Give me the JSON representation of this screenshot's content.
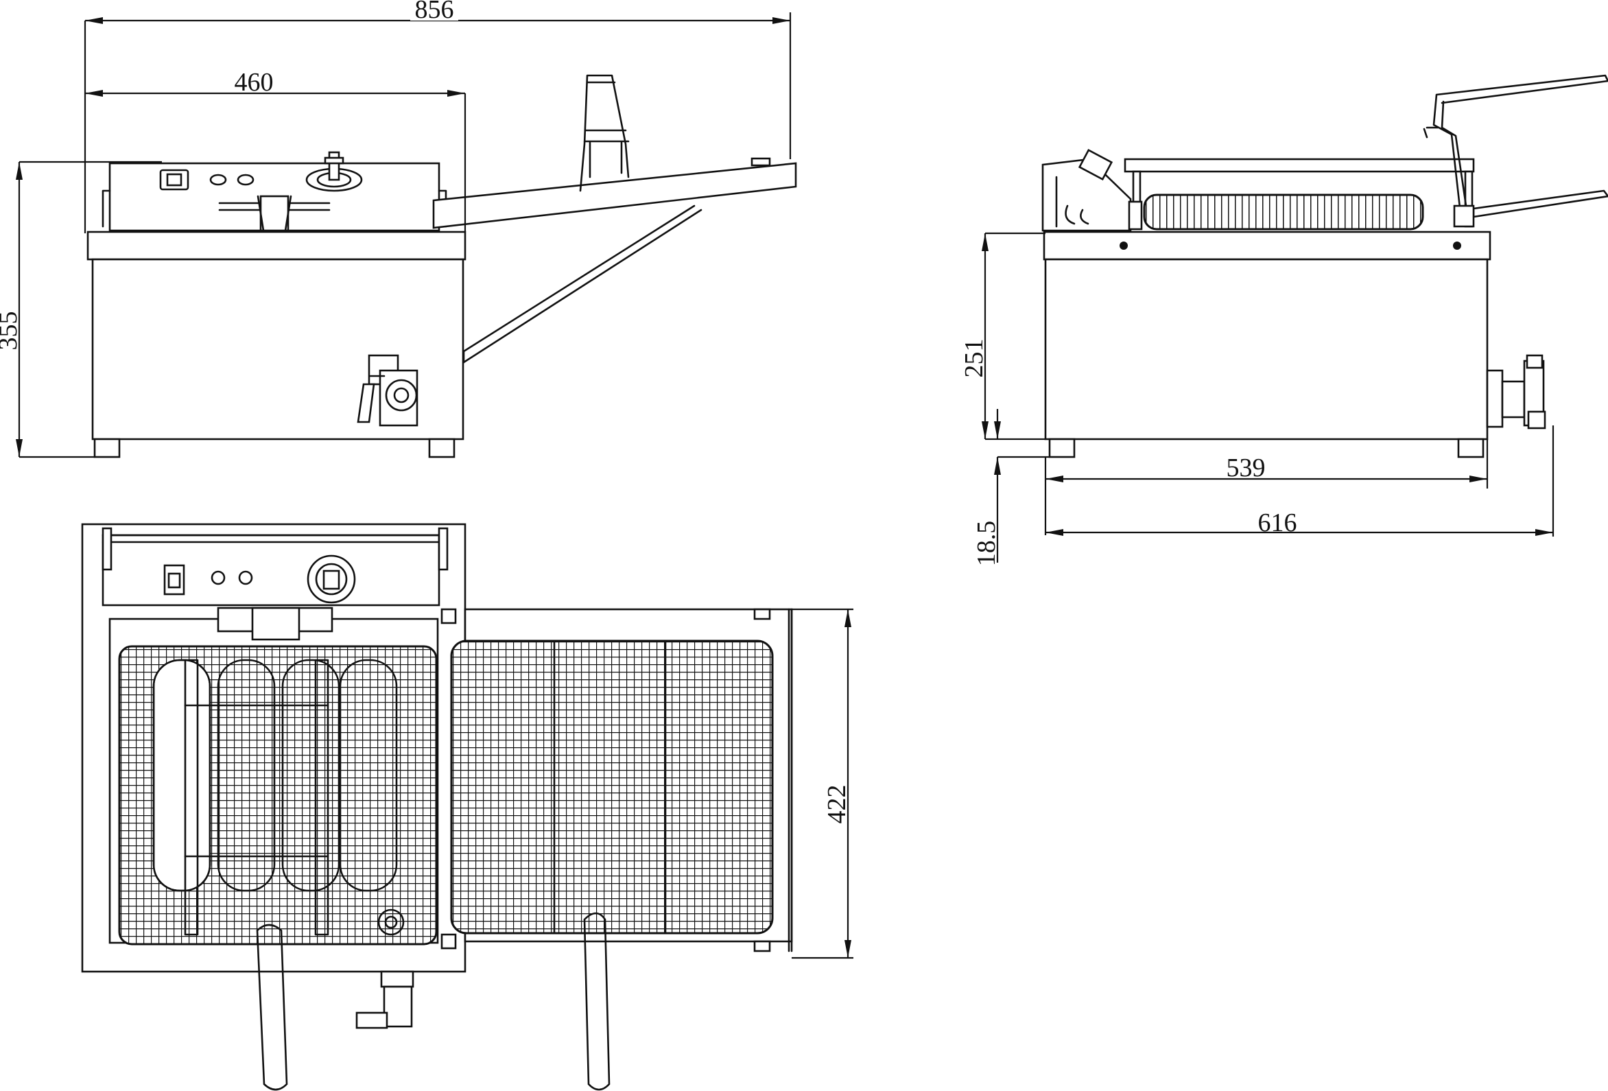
{
  "dimensions": {
    "overall_width": "856",
    "body_width": "460",
    "overall_height": "355",
    "body_height": "251",
    "body_depth": "539",
    "overall_depth": "616",
    "foot_height": "18.5",
    "top_depth": "422"
  },
  "mesh_color": "#111111"
}
